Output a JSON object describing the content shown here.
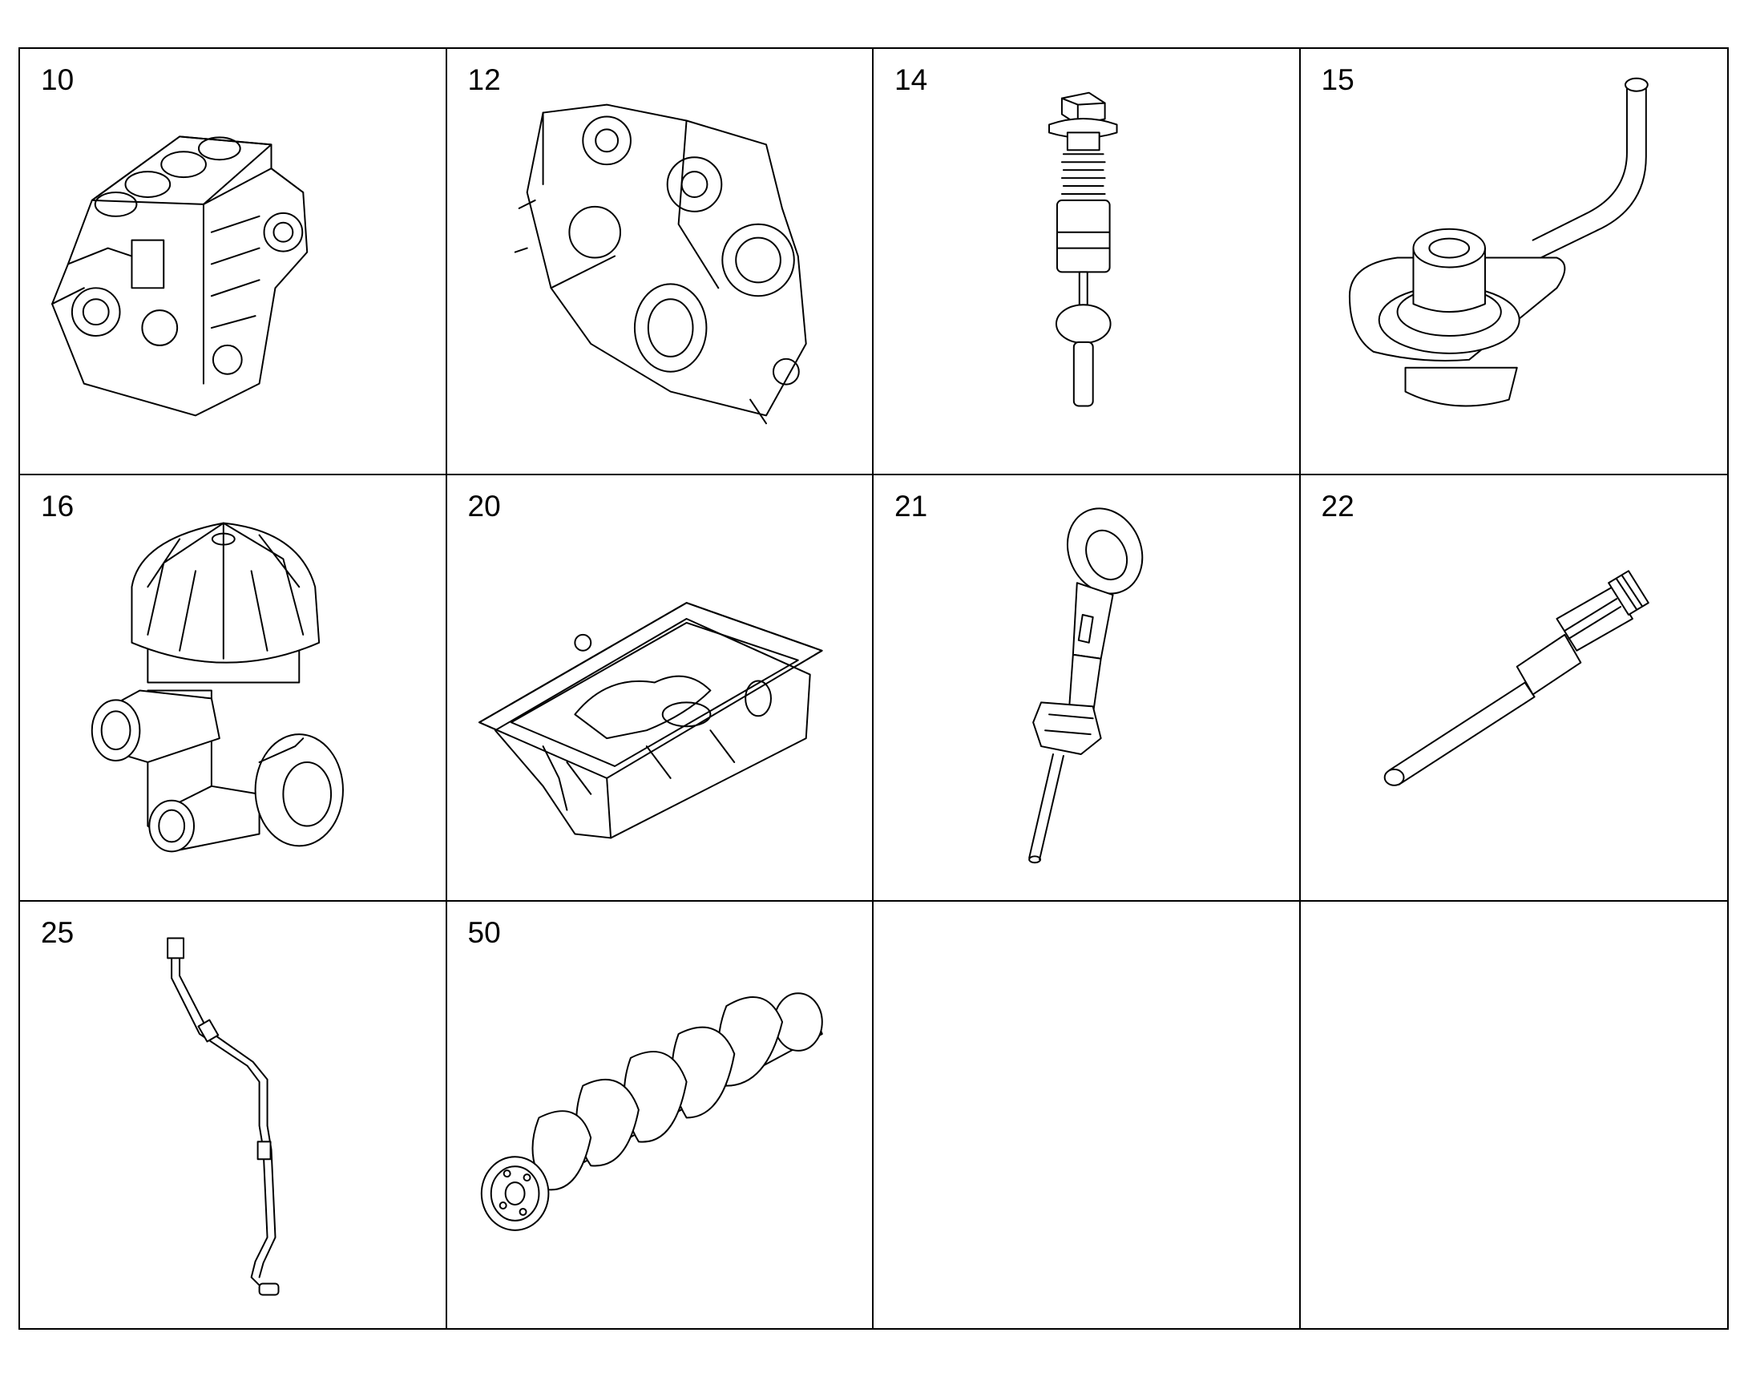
{
  "parts": [
    {
      "number": "10",
      "icon": "engine-block-icon"
    },
    {
      "number": "12",
      "icon": "timing-cover-icon"
    },
    {
      "number": "14",
      "icon": "valve-bolt-icon"
    },
    {
      "number": "15",
      "icon": "oil-pickup-tube-icon"
    },
    {
      "number": "16",
      "icon": "oil-separator-icon"
    },
    {
      "number": "20",
      "icon": "oil-pan-icon"
    },
    {
      "number": "21",
      "icon": "dipstick-icon"
    },
    {
      "number": "22",
      "icon": "sensor-rod-icon"
    },
    {
      "number": "25",
      "icon": "pipe-line-icon"
    },
    {
      "number": "50",
      "icon": "crankshaft-icon"
    },
    {
      "number": "",
      "icon": ""
    },
    {
      "number": "",
      "icon": ""
    }
  ]
}
